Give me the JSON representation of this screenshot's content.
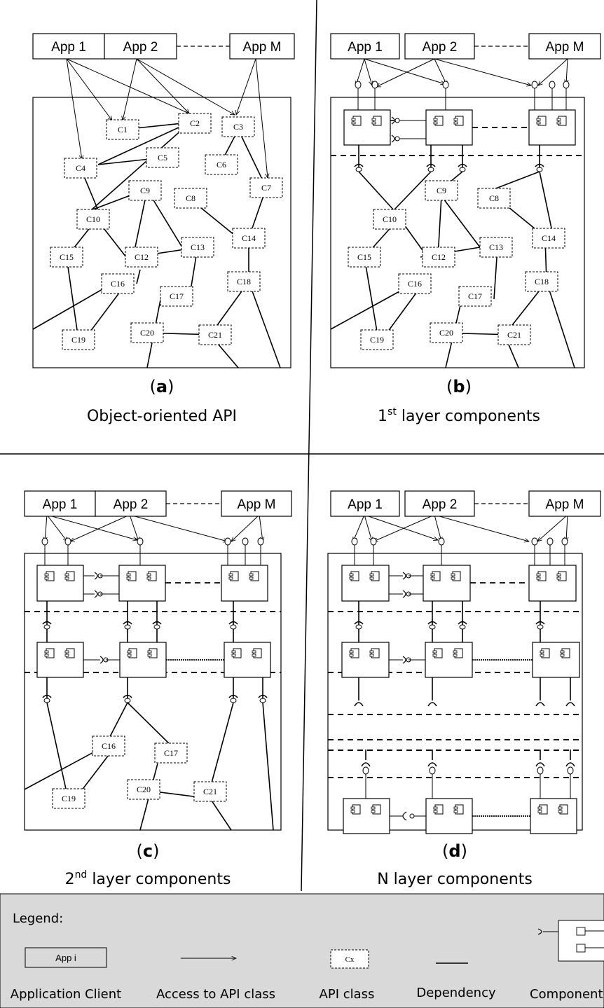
{
  "apps": {
    "a1": "App 1",
    "a2": "App 2",
    "am": "App M"
  },
  "classes": {
    "c1": "C1",
    "c2": "C2",
    "c3": "C3",
    "c4": "C4",
    "c5": "C5",
    "c6": "C6",
    "c7": "C7",
    "c8": "C8",
    "c9": "C9",
    "c10": "C10",
    "c12": "C12",
    "c13": "C13",
    "c14": "C14",
    "c15": "C15",
    "c16": "C16",
    "c17": "C17",
    "c18": "C18",
    "c19": "C19",
    "c20": "C20",
    "c21": "C21"
  },
  "panels": {
    "a": {
      "letter": "a",
      "caption": "Object-oriented API"
    },
    "b": {
      "letter": "b",
      "caption_pre": "1",
      "caption_sup": "st",
      "caption_post": " layer components"
    },
    "c": {
      "letter": "c",
      "caption_pre": "2",
      "caption_sup": "nd",
      "caption_post": " layer components"
    },
    "d": {
      "letter": "d",
      "caption": "N layer components"
    }
  },
  "legend": {
    "title": "Legend:",
    "app_sample": "App i",
    "class_sample": "Cx",
    "items": [
      "Application Client",
      "Access to API class",
      "API class",
      "Dependency",
      "Component"
    ]
  }
}
